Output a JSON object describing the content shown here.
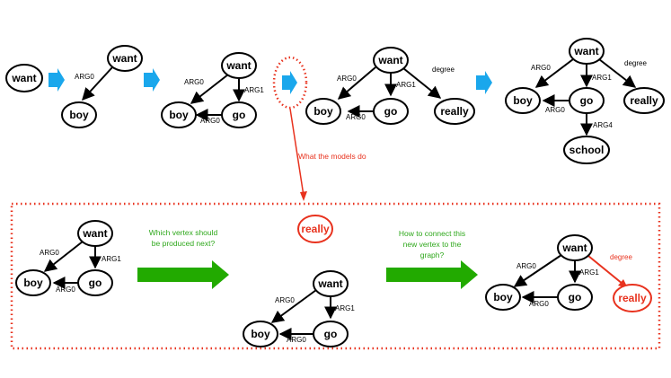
{
  "nodes": {
    "want": "want",
    "boy": "boy",
    "go": "go",
    "really": "really",
    "school": "school"
  },
  "edges": {
    "arg0": "ARG0",
    "arg1": "ARG1",
    "arg4": "ARG4",
    "degree": "degree"
  },
  "annotations": {
    "models_do": "What the models do",
    "which_vertex_1": "Which vertex should",
    "which_vertex_2": "be produced next?",
    "how_connect_1": "How to connect this",
    "how_connect_2": "new vertex to the",
    "how_connect_3": "graph?"
  },
  "colors": {
    "blue_arrow": "#1aa7ec",
    "green_arrow": "#22aa00",
    "red": "#e8321e",
    "green_text": "#2fa81c"
  }
}
